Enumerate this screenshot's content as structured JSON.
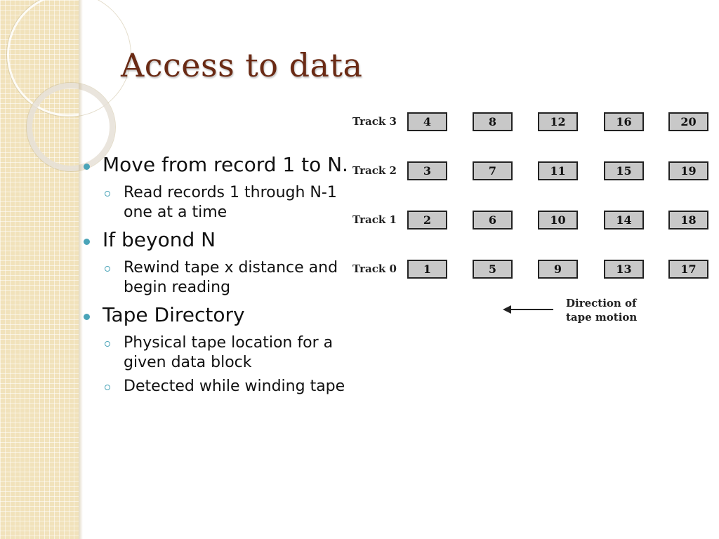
{
  "slide": {
    "title": "Access to data"
  },
  "bullets": [
    {
      "text": "Move from record 1 to N.",
      "subs": [
        "Read records 1 through N-1 one at a time"
      ]
    },
    {
      "text": "If beyond N",
      "subs": [
        "Rewind tape x distance and begin reading"
      ]
    },
    {
      "text": "Tape Directory",
      "subs": [
        "Physical tape location for a given data block",
        "Detected while winding tape"
      ]
    }
  ],
  "diagram": {
    "tracks": [
      {
        "label": "Track 3",
        "records": [
          "4",
          "8",
          "12",
          "16",
          "20"
        ]
      },
      {
        "label": "Track 2",
        "records": [
          "3",
          "7",
          "11",
          "15",
          "19"
        ]
      },
      {
        "label": "Track 1",
        "records": [
          "2",
          "6",
          "10",
          "14",
          "18"
        ]
      },
      {
        "label": "Track 0",
        "records": [
          "1",
          "5",
          "9",
          "13",
          "17"
        ]
      }
    ],
    "direction_label": "Direction of\ntape motion",
    "arrow_icon": "left-arrow-icon"
  },
  "colors": {
    "title": "#6a2a14",
    "bullet": "#4aa4b8",
    "record_fill": "#c8c8c8",
    "strip": "#f1e2bb"
  }
}
